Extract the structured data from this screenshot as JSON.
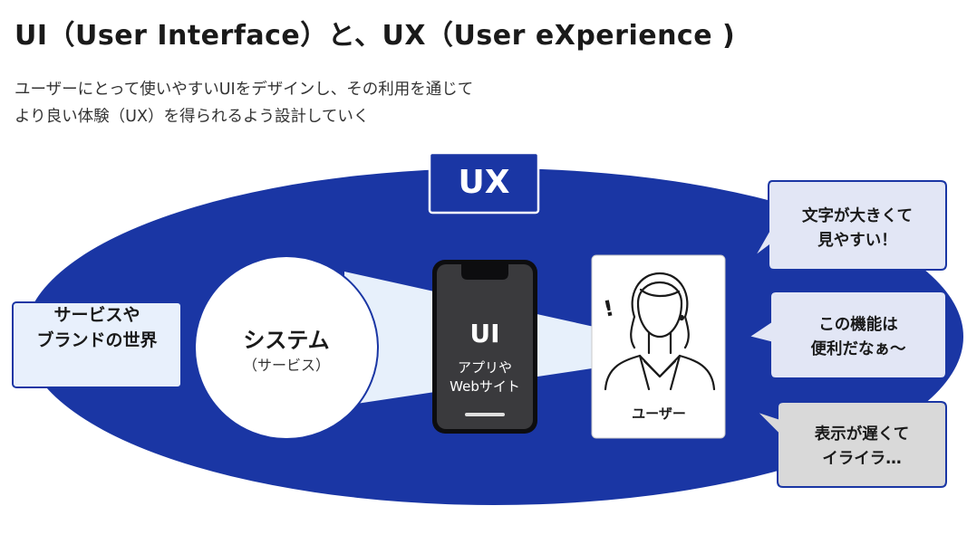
{
  "header": {
    "title": "UI（User Interface）と、UX（User eXperience )",
    "subtitle_line1": "ユーザーにとって使いやすいUIをデザインし、その利用を通じて",
    "subtitle_line2": "より良い体験（UX）を得られるよう設計していく"
  },
  "diagram": {
    "ux_label": "UX",
    "world": {
      "line1": "サービスや",
      "line2": "ブランドの世界"
    },
    "system": {
      "title": "システム",
      "subtitle": "（サービス）"
    },
    "phone": {
      "title": "UI",
      "line1": "アプリや",
      "line2": "Webサイト"
    },
    "user": {
      "label": "ユーザー",
      "exclamation": "!"
    },
    "bubbles": [
      {
        "line1": "文字が大きくて",
        "line2": "見やすい！"
      },
      {
        "line1": "この機能は",
        "line2": "便利だなぁ〜"
      },
      {
        "line1": "表示が遅くて",
        "line2": "イライラ…"
      }
    ]
  },
  "colors": {
    "ellipse": "#1a36a4",
    "ux_box": "#1a36a4",
    "light_blue": "#e8f0fc",
    "beam": "#e7f0fb",
    "phone_body": "#3a3a3d",
    "bubble_blue": "#e2e6f5",
    "bubble_gray": "#d9d9d9"
  }
}
